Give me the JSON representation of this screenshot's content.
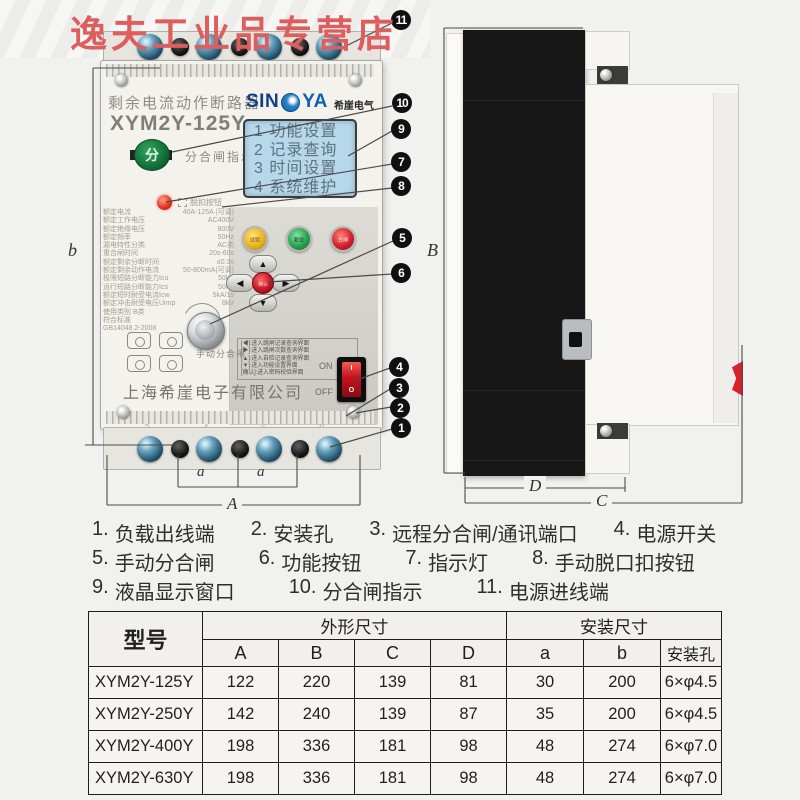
{
  "banner": {
    "store_name": "逸夫工业品专营店"
  },
  "device": {
    "product_title": "剩余电流动作断路器",
    "model": "XYM2Y-125Y",
    "indicator_char": "分",
    "indicator_label": "分合闸指示",
    "brand": {
      "part1": "SIN",
      "part2": "YA",
      "company_short": "希崖电气"
    },
    "lcd": {
      "lines": [
        "1 功能设置",
        "2 记录查询",
        "3 时间设置",
        "4 系统维护"
      ]
    },
    "trip_button_label": "脱扣按钮",
    "specs": [
      {
        "label": "额定电流",
        "value": "40A-125A (可调)"
      },
      {
        "label": "额定工作电压",
        "value": "AC400V"
      },
      {
        "label": "额定绝缘电压",
        "value": "800V"
      },
      {
        "label": "额定频率",
        "value": "50Hz"
      },
      {
        "label": "漏电特性分类",
        "value": "AC类"
      },
      {
        "label": "重合闸时间",
        "value": "20s-60s"
      },
      {
        "label": "额定剩余分断时间",
        "value": "≤0.3s"
      },
      {
        "label": "额定剩余动作电流",
        "value": "50-800mA(可调)"
      },
      {
        "label": "极限短路分断能力Icu",
        "value": "50kA"
      },
      {
        "label": "运行短路分断能力Ics",
        "value": "50kA"
      },
      {
        "label": "额定短时耐受电流Icw",
        "value": "5kA/1s"
      },
      {
        "label": "额定冲击耐受电压Uimp",
        "value": "8kV"
      },
      {
        "label": "使用类别 B类",
        "value": ""
      },
      {
        "label": "符合标准",
        "value": ""
      },
      {
        "label": "GB14048.2-2008",
        "value": ""
      }
    ],
    "buttons": {
      "test": "试验",
      "reset": "复位",
      "close": "合闸"
    },
    "icons": {
      "arrow_up": "▲",
      "arrow_down": "▼",
      "arrow_left": "◀",
      "arrow_right": "▶"
    },
    "dpad_center_label": "确认",
    "instructions": [
      "[◀]:进入跳闸记录查询界面",
      "[▶]:进入跳闸次数查询界面",
      "[▲]:进入自检记录查询界面",
      "[▼]:进入功能设置界面",
      "[确认]:进入密码校验界面"
    ],
    "power_switch": {
      "on": "ON",
      "off": "OFF",
      "i": "I",
      "o": "O"
    },
    "knob_label": "手动分合闸",
    "company": "上海希崖电子有限公司",
    "terminal_numbers": [
      "2",
      "4",
      "6",
      "8"
    ]
  },
  "callouts": [
    "1",
    "2",
    "3",
    "4",
    "5",
    "6",
    "7",
    "8",
    "9",
    "10",
    "11"
  ],
  "dims": {
    "A": "A",
    "a": "a",
    "b": "b",
    "B": "B",
    "C": "C",
    "D": "D"
  },
  "legend": [
    {
      "num": "1.",
      "label": "负载出线端"
    },
    {
      "num": "2.",
      "label": "安装孔"
    },
    {
      "num": "3.",
      "label": "远程分合闸/通讯端口"
    },
    {
      "num": "4.",
      "label": "电源开关"
    },
    {
      "num": "5.",
      "label": "手动分合闸"
    },
    {
      "num": "6.",
      "label": "功能按钮"
    },
    {
      "num": "7.",
      "label": "指示灯"
    },
    {
      "num": "8.",
      "label": "手动脱口扣按钮"
    },
    {
      "num": "9.",
      "label": "液晶显示窗口"
    },
    {
      "num": "10.",
      "label": "分合闸指示"
    },
    {
      "num": "11.",
      "label": "电源进线端"
    }
  ],
  "table": {
    "model_header": "型号",
    "outline_header": "外形尺寸",
    "install_header": "安装尺寸",
    "sub_headers": [
      "A",
      "B",
      "C",
      "D",
      "a",
      "b",
      "安装孔"
    ],
    "rows": [
      {
        "model": "XYM2Y-125Y",
        "values": [
          "122",
          "220",
          "139",
          "81",
          "30",
          "200",
          "6×φ4.5"
        ]
      },
      {
        "model": "XYM2Y-250Y",
        "values": [
          "142",
          "240",
          "139",
          "87",
          "35",
          "200",
          "6×φ4.5"
        ]
      },
      {
        "model": "XYM2Y-400Y",
        "values": [
          "198",
          "336",
          "181",
          "98",
          "48",
          "274",
          "6×φ7.0"
        ]
      },
      {
        "model": "XYM2Y-630Y",
        "values": [
          "198",
          "336",
          "181",
          "98",
          "48",
          "274",
          "6×φ7.0"
        ]
      }
    ]
  }
}
